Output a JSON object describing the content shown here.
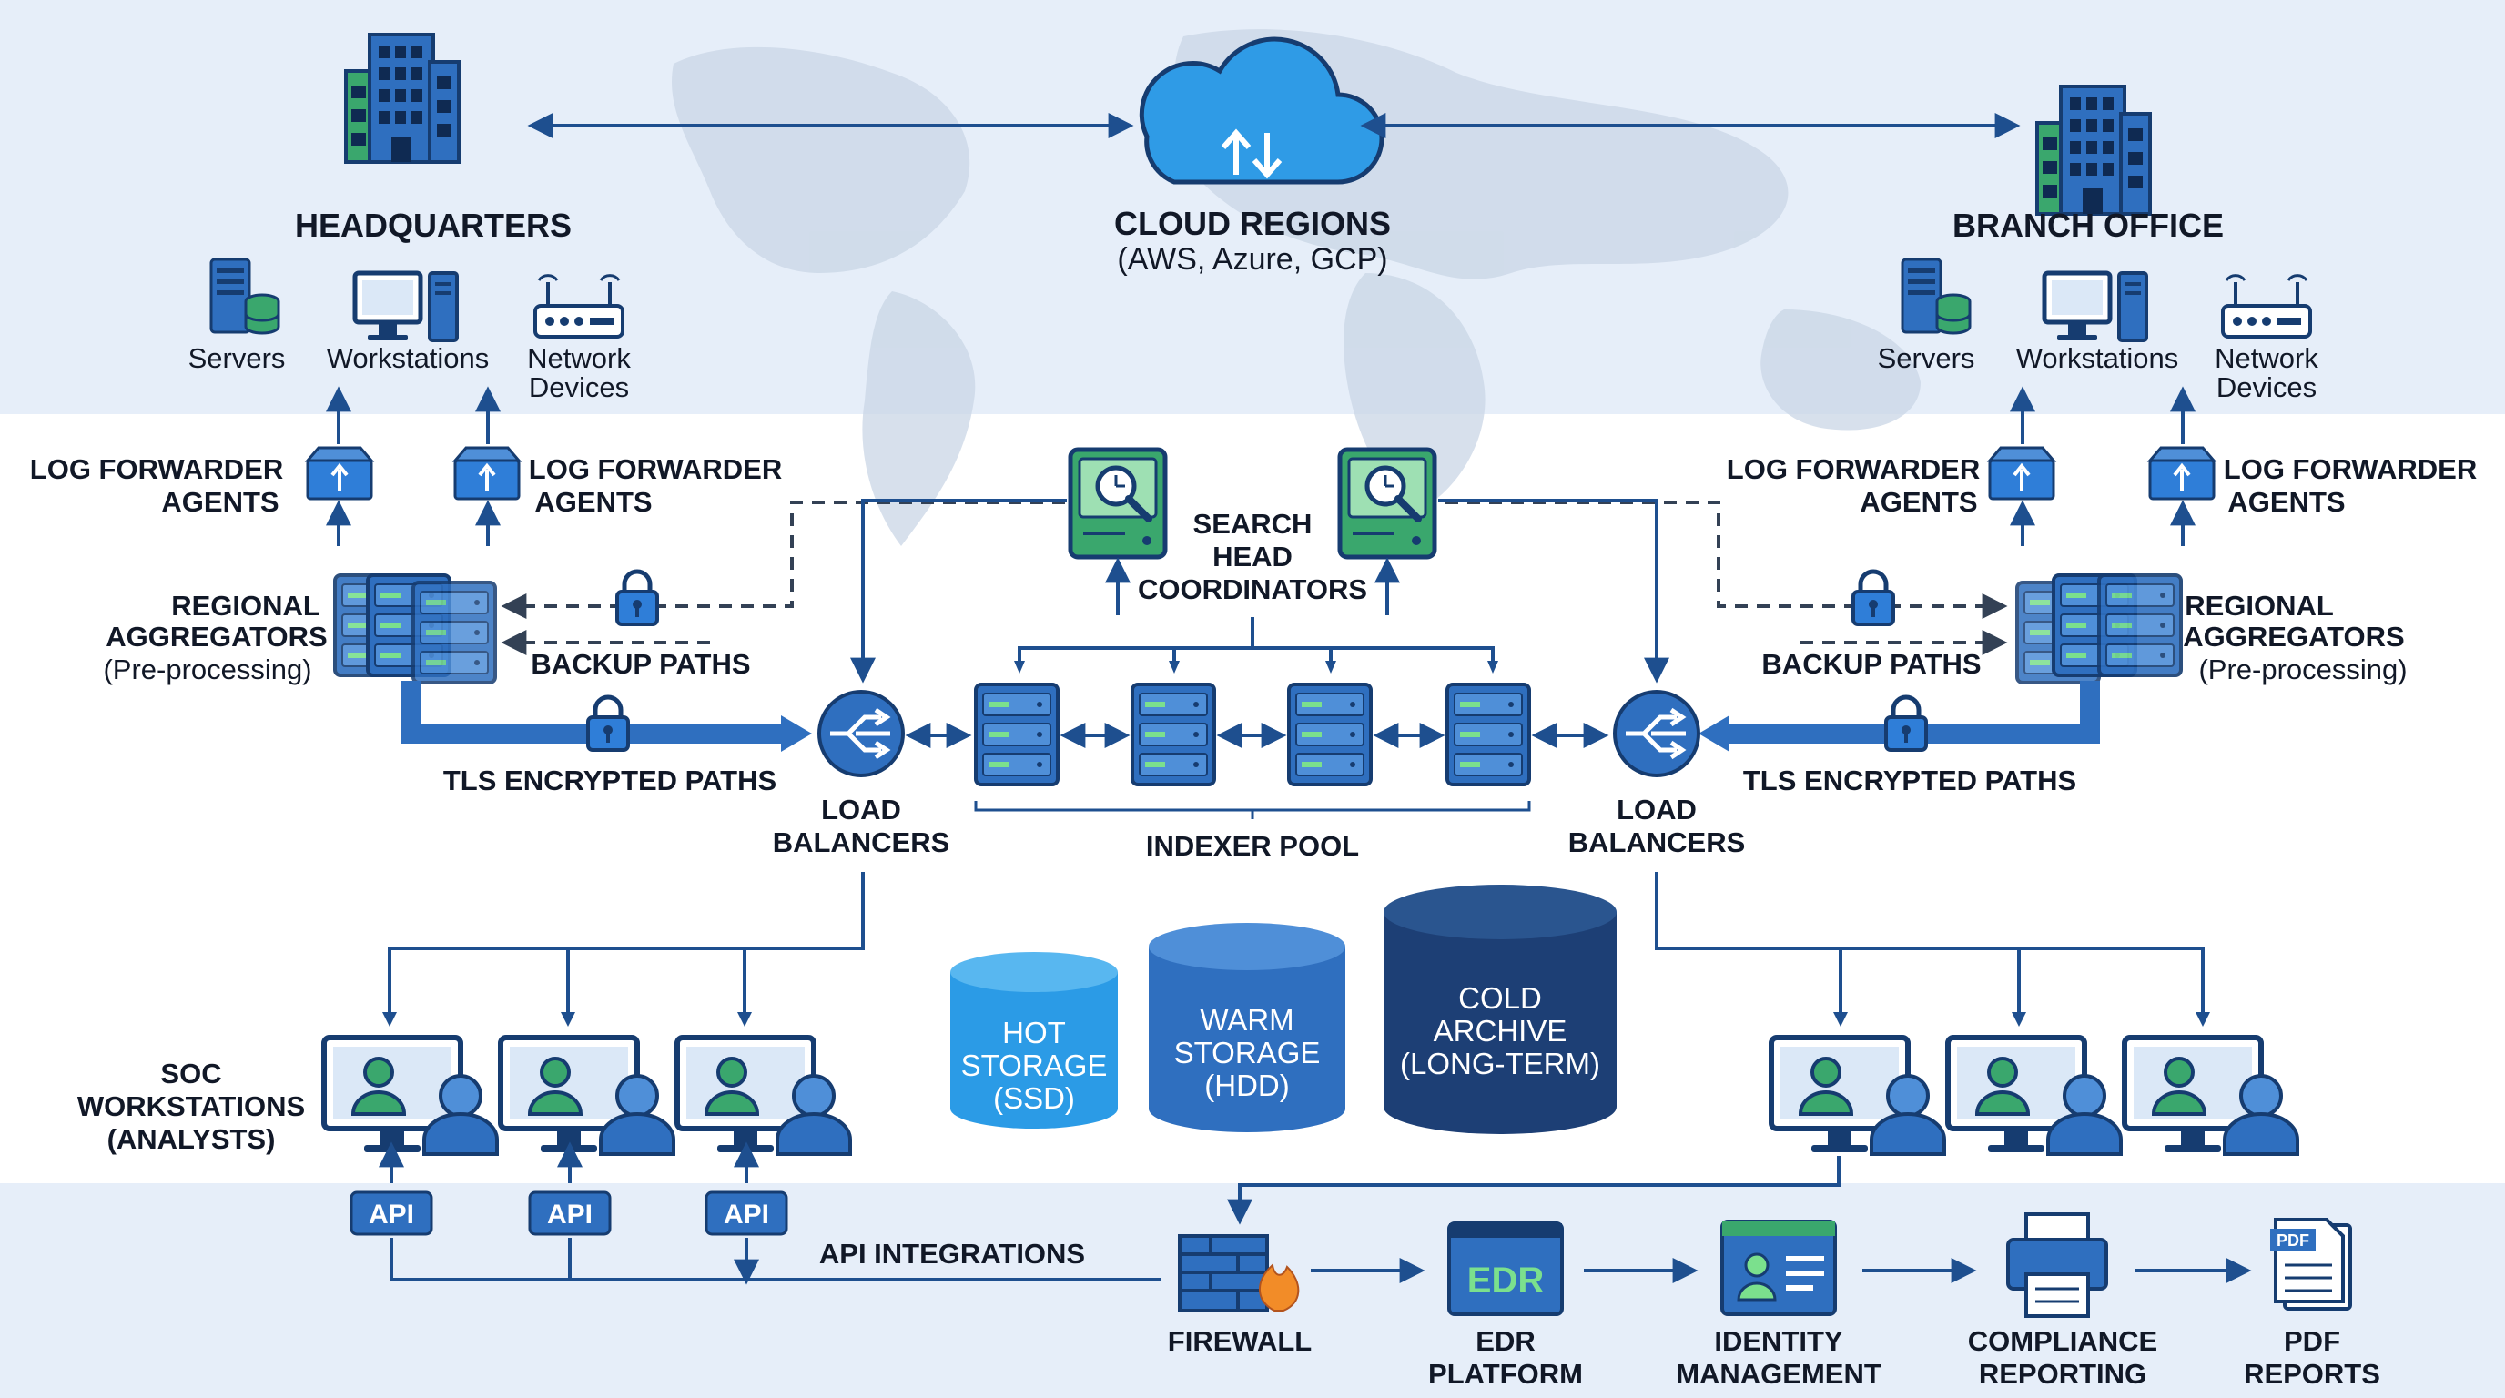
{
  "cloud": {
    "title": "CLOUD REGIONS",
    "subtitle": "(AWS, Azure, GCP)"
  },
  "headquarters": {
    "title": "HEADQUARTERS",
    "endpoints": {
      "servers": "Servers",
      "workstations": "Workstations",
      "network_l1": "Network",
      "network_l2": "Devices"
    },
    "agents_left": {
      "l1": "LOG FORWARDER",
      "l2": "AGENTS"
    },
    "agents_right": {
      "l1": "LOG FORWARDER",
      "l2": "AGENTS"
    },
    "aggregators": {
      "l1": "REGIONAL",
      "l2": "AGGREGATORS",
      "l3": "(Pre-processing)"
    },
    "backup": "BACKUP PATHS",
    "tls": "TLS ENCRYPTED PATHS"
  },
  "branch": {
    "title": "BRANCH OFFICE",
    "endpoints": {
      "servers": "Servers",
      "workstations": "Workstations",
      "network_l1": "Network",
      "network_l2": "Devices"
    },
    "agents_left": {
      "l1": "LOG FORWARDER",
      "l2": "AGENTS"
    },
    "agents_right": {
      "l1": "LOG FORWARDER",
      "l2": "AGENTS"
    },
    "aggregators": {
      "l1": "REGIONAL",
      "l2": "AGGREGATORS",
      "l3": "(Pre-processing)"
    },
    "backup": "BACKUP PATHS",
    "tls": "TLS ENCRYPTED PATHS"
  },
  "search_head": {
    "l1": "SEARCH",
    "l2": "HEAD",
    "l3": "COORDINATORS"
  },
  "load_balancers": {
    "l1": "LOAD",
    "l2": "BALANCERS"
  },
  "indexer_pool": "INDEXER POOL",
  "storage": {
    "hot": {
      "l1": "HOT",
      "l2": "STORAGE",
      "l3": "(SSD)"
    },
    "warm": {
      "l1": "WARM",
      "l2": "STORAGE",
      "l3": "(HDD)"
    },
    "cold": {
      "l1": "COLD",
      "l2": "ARCHIVE",
      "l3": "(LONG-TERM)"
    }
  },
  "soc": {
    "l1": "SOC",
    "l2": "WORKSTATIONS",
    "l3": "(ANALYSTS)"
  },
  "api_badge": "API",
  "api_integrations": "API INTEGRATIONS",
  "pipeline": {
    "firewall": "FIREWALL",
    "edr_icon_text": "EDR",
    "edr": {
      "l1": "EDR",
      "l2": "PLATFORM"
    },
    "identity": {
      "l1": "IDENTITY",
      "l2": "MANAGEMENT"
    },
    "compliance": {
      "l1": "COMPLIANCE",
      "l2": "REPORTING"
    },
    "pdf_icon_text": "PDF",
    "pdf": {
      "l1": "PDF",
      "l2": "REPORTS"
    }
  },
  "colors": {
    "primary": "#1e5aa8",
    "accent_blue": "#2f7ed8",
    "green": "#3aa76d",
    "hot": "#2b9be6",
    "warm": "#2f6fbf",
    "cold": "#1d3f75",
    "bg_band": "#e8f0fa"
  },
  "icons": [
    "building-icon",
    "cloud-icon",
    "server-icon",
    "workstation-icon",
    "router-icon",
    "agent-box-icon",
    "lock-icon",
    "search-icon",
    "load-balancer-icon",
    "analyst-monitor-icon",
    "firewall-icon",
    "id-card-icon",
    "printer-icon",
    "pdf-icon"
  ]
}
